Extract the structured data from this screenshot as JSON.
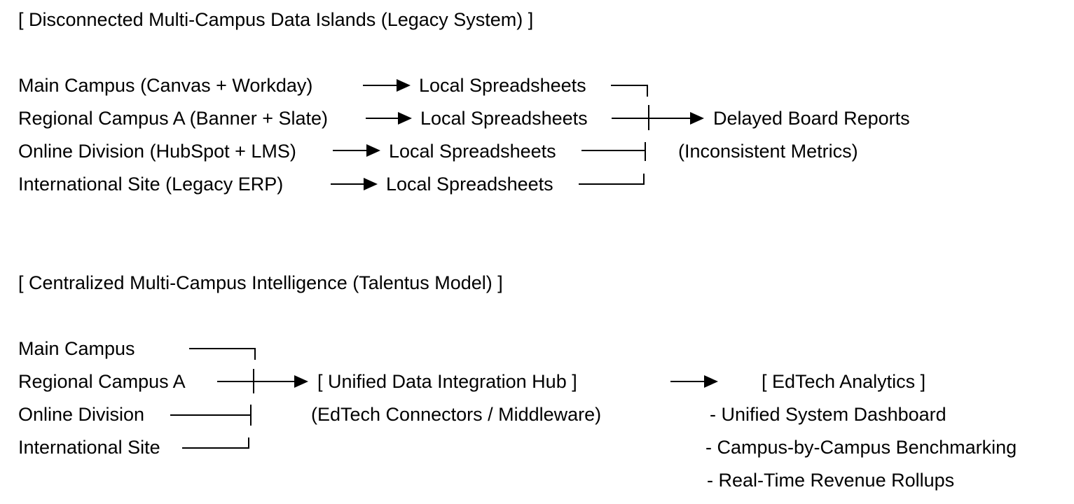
{
  "legacy": {
    "title": "[ Disconnected Multi-Campus Data Islands (Legacy System) ]",
    "sources": [
      "Main Campus (Canvas + Workday)",
      "Regional Campus A (Banner + Slate)",
      "Online Division (HubSpot + LMS)",
      "International Site (Legacy ERP)"
    ],
    "local_label": "Local Spreadsheets",
    "output_title": "Delayed Board Reports",
    "output_note": "(Inconsistent Metrics)"
  },
  "centralized": {
    "title": "[ Centralized Multi-Campus Intelligence (Talentus Model) ]",
    "sources": [
      "Main Campus",
      "Regional Campus A",
      "Online Division",
      "International Site"
    ],
    "hub_title": "[ Unified Data Integration Hub ]",
    "hub_note": "(EdTech Connectors / Middleware)",
    "analytics_title": "[ EdTech Analytics ]",
    "analytics_items": [
      "- Unified System Dashboard",
      "- Campus-by-Campus Benchmarking",
      "- Real-Time Revenue Rollups"
    ]
  },
  "colors": {
    "text": "#000000",
    "background": "#ffffff"
  }
}
